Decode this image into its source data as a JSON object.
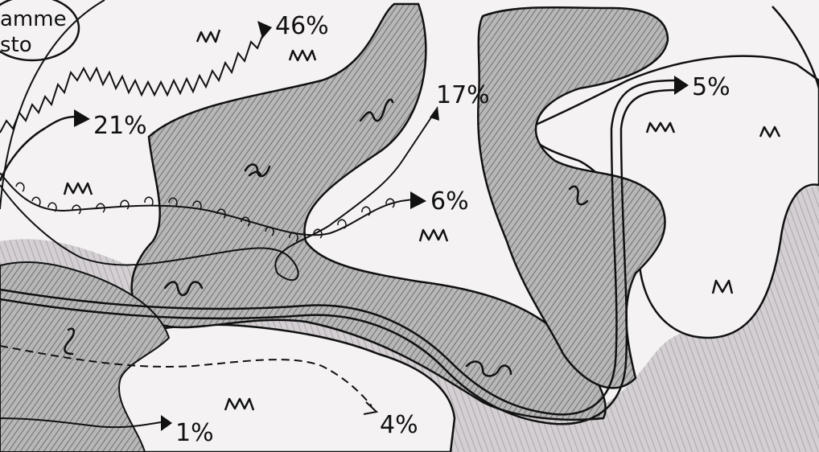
{
  "corner_label": {
    "line1": "amme",
    "line2": "sto"
  },
  "percent_labels": {
    "p46": "46%",
    "p21": "21%",
    "p17": "17%",
    "p6": "6%",
    "p5": "5%",
    "p4": "4%",
    "p1": "1%"
  },
  "colors": {
    "paper": "#f4f2f2",
    "shade_dark": "#8f8f8f",
    "shade_light": "#c4c4c4",
    "ink": "#111111",
    "pink_tint": "#d9c7d3"
  },
  "icons": [
    "wave-mark-m",
    "wave-mark-squiggle",
    "arrow-head"
  ]
}
